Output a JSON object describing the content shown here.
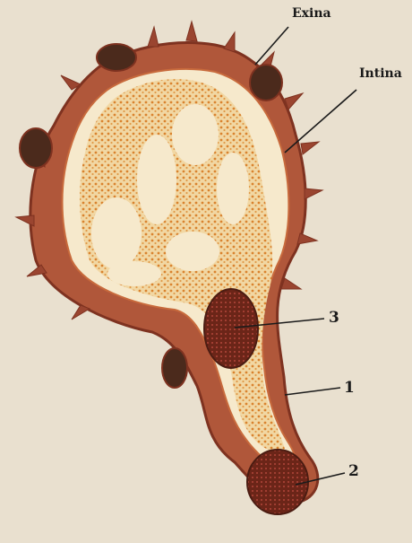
{
  "labels": {
    "exina": "Exina",
    "intina": "Intina",
    "n3": "3",
    "n1": "1",
    "n2": "2"
  },
  "colors": {
    "background_page": "#e9e0cf",
    "exine": "#b0573a",
    "exine_dark": "#7e3220",
    "cytoplasm": "#f3deb0",
    "cytoplasm_dots": "#d9832f",
    "nucleus": "#6b2518",
    "pore": "#4b2a1c",
    "tube": "#c86a3c",
    "leader": "#1b1b1b"
  }
}
